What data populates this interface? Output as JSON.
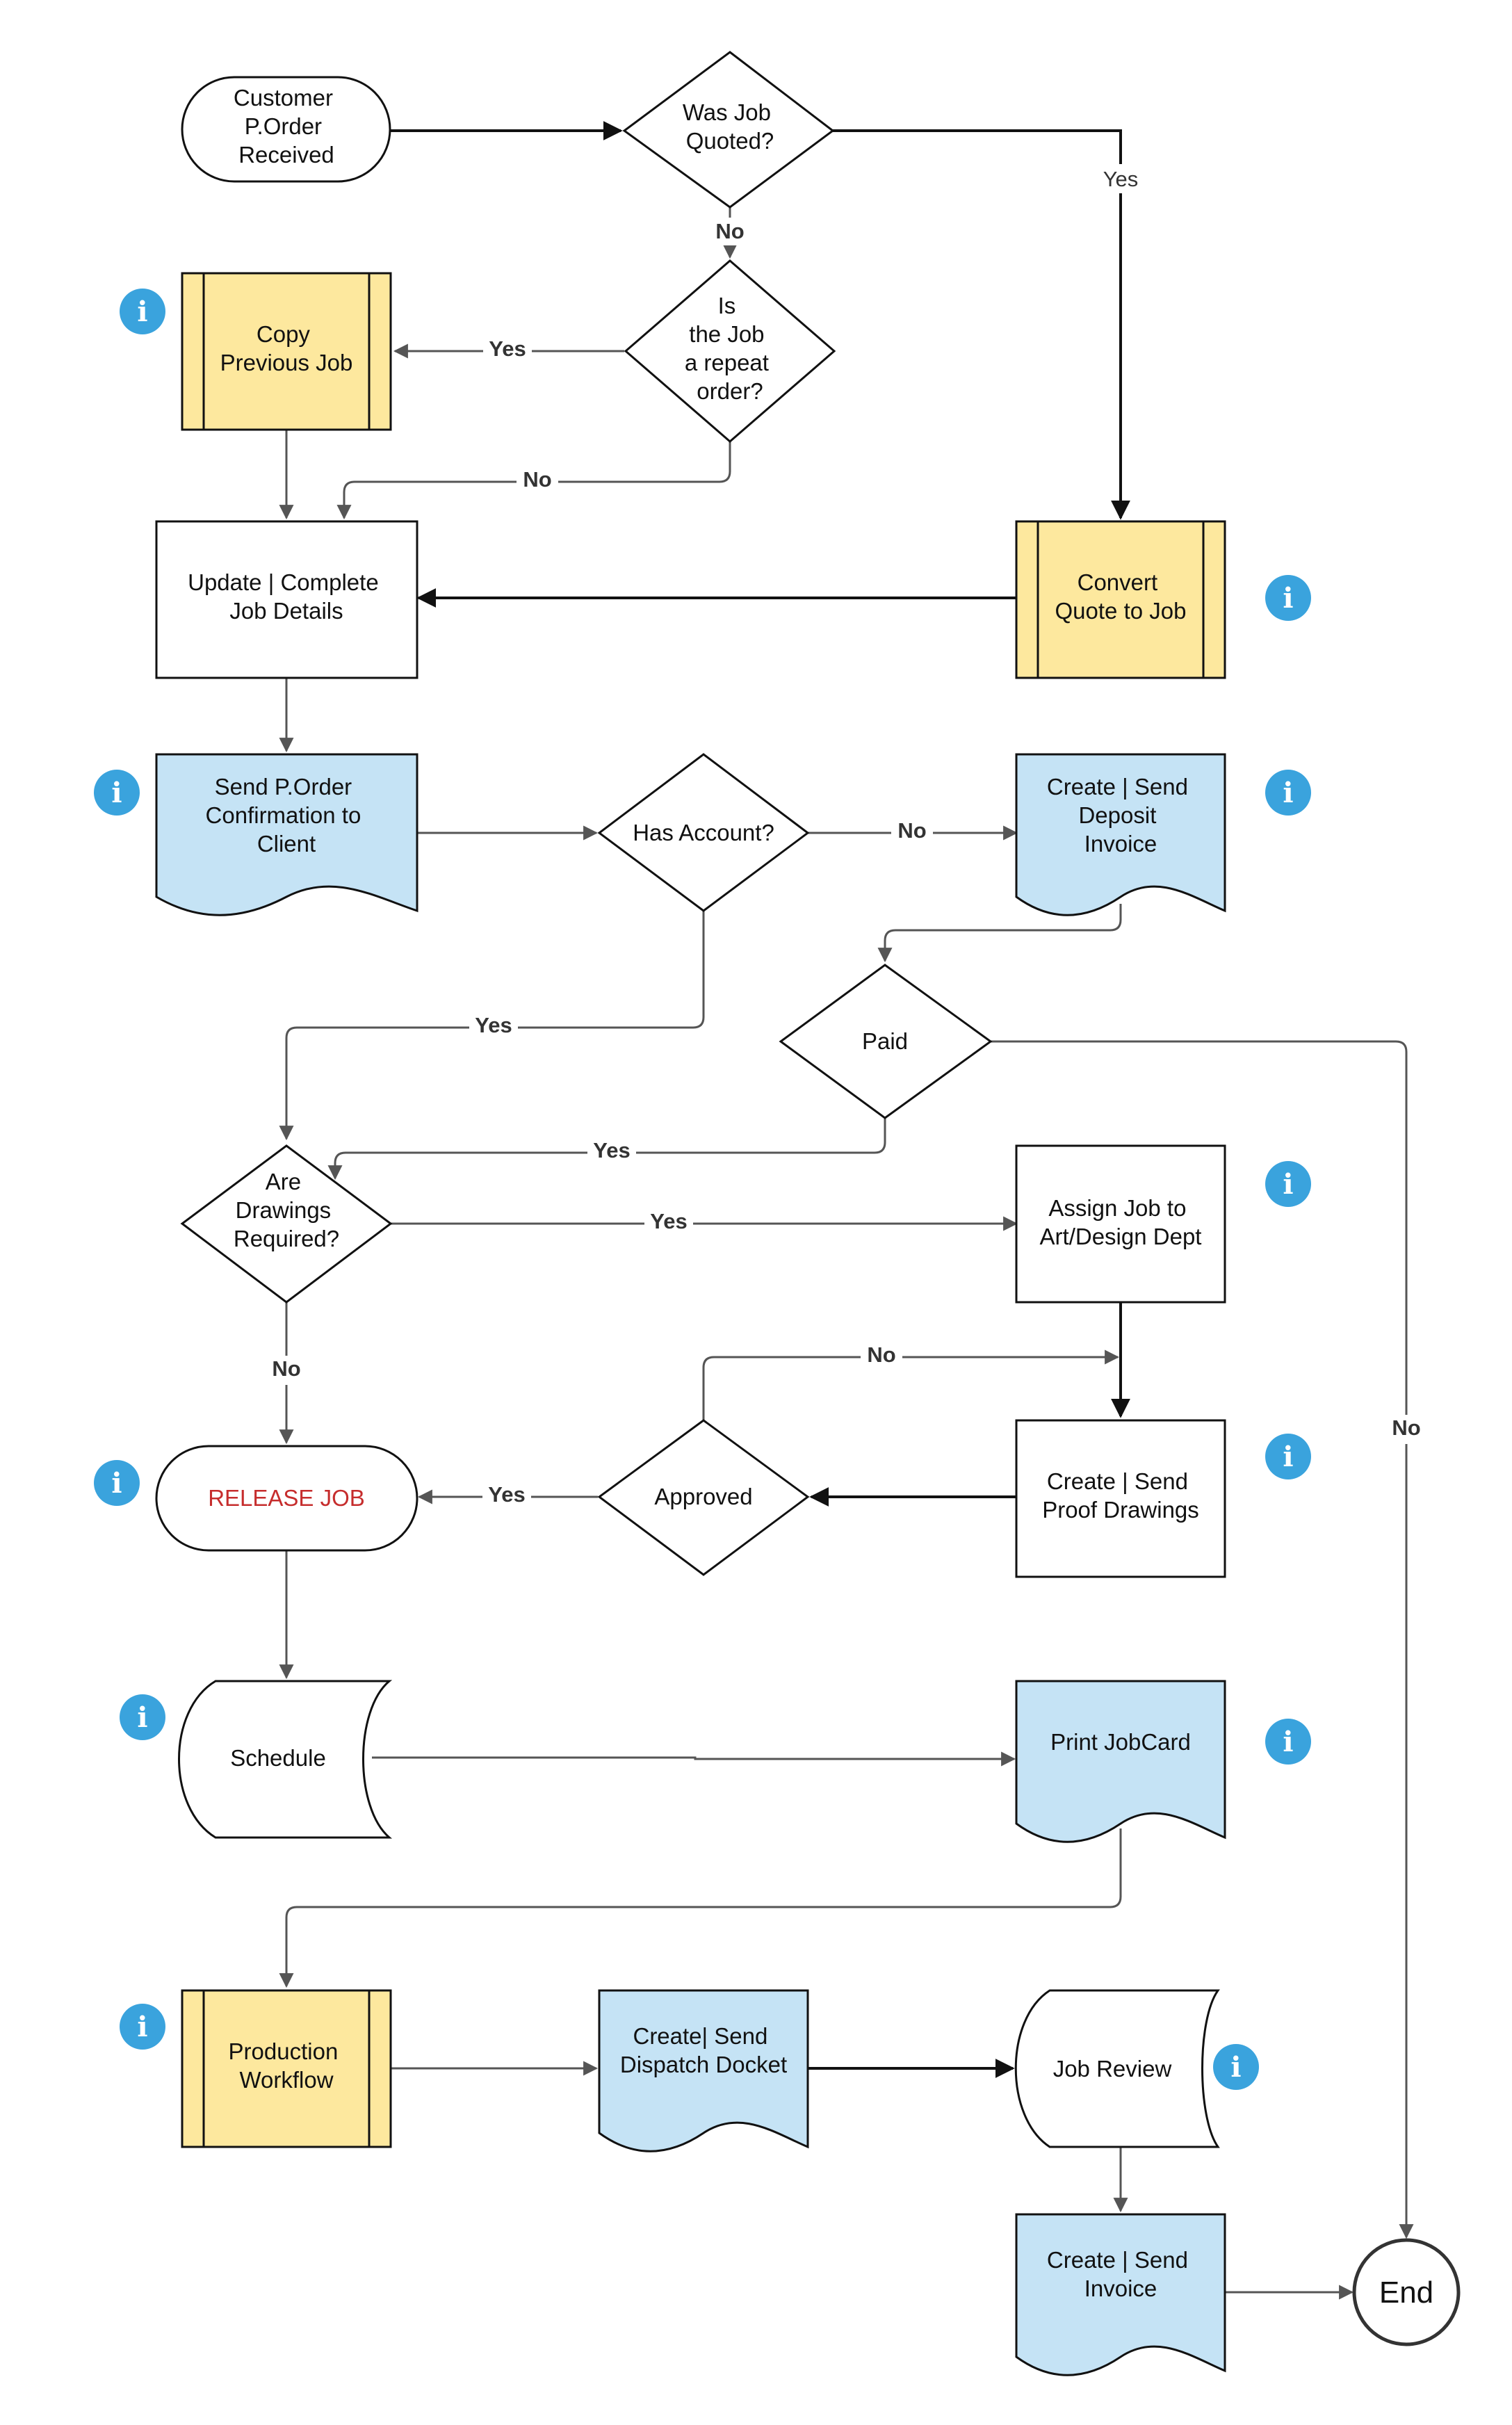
{
  "colors": {
    "yellow_fill": "#fde89e",
    "blue_fill": "#c5e3f5",
    "info_blue": "#3aa3dd",
    "release_red": "#c62d2d",
    "stroke": "#111111",
    "connector_gray": "#555555"
  },
  "nodes": {
    "start": [
      "Customer",
      "P.Order",
      "Received"
    ],
    "was_quoted": [
      "Was Job",
      "Quoted?"
    ],
    "is_repeat": [
      "Is",
      "the Job",
      "a repeat",
      "order?"
    ],
    "copy_job": [
      "Copy",
      "Previous Job"
    ],
    "update_job": [
      "Update | Complete",
      "Job Details"
    ],
    "convert_quote": [
      "Convert",
      "Quote to Job"
    ],
    "send_confirmation": [
      "Send P.Order",
      "Confirmation to",
      "Client"
    ],
    "has_account": [
      "Has Account?"
    ],
    "deposit_invoice": [
      "Create | Send",
      "Deposit",
      "Invoice"
    ],
    "paid": [
      "Paid"
    ],
    "drawings_required": [
      "Are",
      "Drawings",
      "Required?"
    ],
    "assign_job": [
      "Assign Job to",
      "Art/Design Dept"
    ],
    "release_job": [
      "RELEASE JOB"
    ],
    "approved": [
      "Approved"
    ],
    "proof_drawings": [
      "Create | Send",
      "Proof Drawings"
    ],
    "schedule": [
      "Schedule"
    ],
    "print_jobcard": [
      "Print JobCard"
    ],
    "production": [
      "Production",
      "Workflow"
    ],
    "dispatch": [
      "Create| Send",
      "Dispatch Docket"
    ],
    "job_review": [
      "Job Review"
    ],
    "final_invoice": [
      "Create | Send",
      "Invoice"
    ],
    "end": [
      "End"
    ]
  },
  "edge_labels": {
    "quoted_yes": "Yes",
    "quoted_no": "No",
    "repeat_yes": "Yes",
    "repeat_no": "No",
    "account_no": "No",
    "account_yes": "Yes",
    "paid_yes": "Yes",
    "paid_no": "No",
    "drawings_yes": "Yes",
    "drawings_no": "No",
    "approved_no": "No",
    "approved_yes": "Yes"
  },
  "info_icon_glyph": "i"
}
